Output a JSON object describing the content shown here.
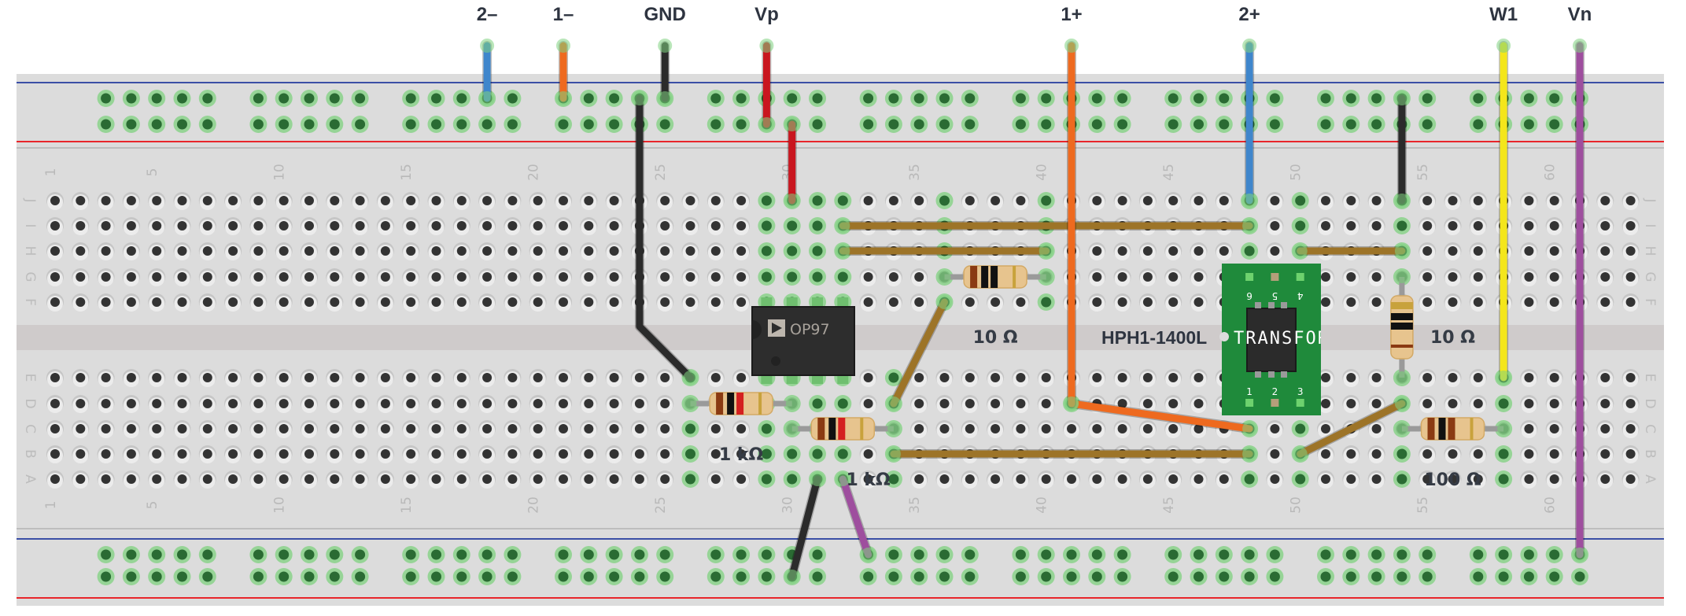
{
  "title": "OP97 instrumentation breadboard with HPH1-1400L transformer",
  "colors": {
    "board": "#dcdcdc",
    "channel": "#cfcbcb",
    "rail_blue": "#3b4fa6",
    "rail_red": "#e8262b",
    "hole": "#333333",
    "hole_active": "#2a6b33",
    "hole_glow": "#7fd17f",
    "wire_blue": "#3f86cc",
    "wire_orange": "#ee6a1f",
    "wire_black": "#2b2b2b",
    "wire_red": "#c9161f",
    "wire_yellow": "#f4e61b",
    "wire_purple": "#9e4e9e",
    "wire_brown": "#9d7428",
    "pcb_green": "#1f8a3b"
  },
  "board": {
    "columns": 63,
    "column_labels": [
      "1",
      "5",
      "10",
      "15",
      "20",
      "25",
      "30",
      "35",
      "40",
      "45",
      "50",
      "55",
      "60"
    ],
    "top_rows": [
      "J",
      "I",
      "H",
      "G",
      "F"
    ],
    "bottom_rows": [
      "E",
      "D",
      "C",
      "B",
      "A"
    ],
    "rail_groups": [
      [
        3,
        7
      ],
      [
        9,
        13
      ],
      [
        15,
        19
      ],
      [
        21,
        25
      ],
      [
        27,
        31
      ],
      [
        33,
        37
      ],
      [
        39,
        43
      ],
      [
        45,
        49
      ],
      [
        51,
        55
      ],
      [
        57,
        61
      ]
    ]
  },
  "terminals": [
    {
      "label": "2–",
      "col": 18,
      "color": "wire_blue",
      "to": "top-rail-1"
    },
    {
      "label": "1–",
      "col": 21,
      "color": "wire_orange",
      "to": "top-rail-1"
    },
    {
      "label": "GND",
      "col": 25,
      "color": "wire_black",
      "to": "top-rail-1"
    },
    {
      "label": "Vp",
      "col": 29,
      "color": "wire_red",
      "to": "top-rail-2"
    },
    {
      "label": "1+",
      "col": 41,
      "color": "wire_orange",
      "to": "D41"
    },
    {
      "label": "2+",
      "col": 48,
      "color": "wire_blue",
      "to": "J48"
    },
    {
      "label": "W1",
      "col": 58,
      "color": "wire_yellow",
      "to": "E58"
    },
    {
      "label": "Vn",
      "col": 61,
      "color": "wire_purple",
      "to": "bottom-rail-1"
    }
  ],
  "wires": [
    {
      "name": "gnd-jumper",
      "color": "wire_black",
      "points": [
        [
          "rt1",
          24
        ],
        [
          "bend",
          24
        ],
        [
          "E",
          26
        ]
      ]
    },
    {
      "name": "vp-jumper",
      "color": "wire_red",
      "points": [
        [
          "rt2",
          30
        ],
        [
          "J",
          30
        ]
      ]
    },
    {
      "name": "gnd-right-jumper",
      "color": "wire_black",
      "points": [
        [
          "rt1",
          54
        ],
        [
          "J",
          54
        ]
      ]
    },
    {
      "name": "wire-i32-i48",
      "color": "wire_brown",
      "points": [
        [
          "I",
          32
        ],
        [
          "I",
          48
        ]
      ]
    },
    {
      "name": "wire-h32-h40",
      "color": "wire_brown",
      "points": [
        [
          "H",
          32
        ],
        [
          "H",
          40
        ]
      ]
    },
    {
      "name": "wire-h50-h54",
      "color": "wire_brown",
      "points": [
        [
          "H",
          50
        ],
        [
          "H",
          54
        ]
      ]
    },
    {
      "name": "wire-f36-d34",
      "color": "wire_brown",
      "points": [
        [
          "F",
          36
        ],
        [
          "D",
          34
        ]
      ]
    },
    {
      "name": "wire-b34-b48",
      "color": "wire_brown",
      "points": [
        [
          "B",
          34
        ],
        [
          "B",
          48
        ]
      ]
    },
    {
      "name": "wire-b50-d54",
      "color": "wire_brown",
      "points": [
        [
          "B",
          50
        ],
        [
          "D",
          54
        ]
      ]
    },
    {
      "name": "wire-d41-c48",
      "color": "wire_orange",
      "points": [
        [
          "D",
          41
        ],
        [
          "C",
          48
        ]
      ]
    },
    {
      "name": "wire-a31-rail",
      "color": "wire_black",
      "points": [
        [
          "A",
          31
        ],
        [
          "rb2",
          30
        ]
      ]
    },
    {
      "name": "wire-a32-rail",
      "color": "wire_purple",
      "points": [
        [
          "A",
          32
        ],
        [
          "rb1",
          33
        ]
      ]
    }
  ],
  "resistors": [
    {
      "label": "1 kΩ",
      "bands": [
        "#8a3a12",
        "#111111",
        "#d42020",
        "#c8a23c"
      ],
      "from": [
        "D",
        26
      ],
      "to": [
        "D",
        30
      ],
      "label_pos": [
        "B",
        28
      ]
    },
    {
      "label": "1 kΩ",
      "bands": [
        "#8a3a12",
        "#111111",
        "#d42020",
        "#c8a23c"
      ],
      "from": [
        "C",
        30
      ],
      "to": [
        "C",
        34
      ],
      "label_pos": [
        "A",
        33
      ]
    },
    {
      "label": "10 Ω",
      "bands": [
        "#8a3a12",
        "#111111",
        "#111111",
        "#c8a23c"
      ],
      "from": [
        "G",
        36
      ],
      "to": [
        "G",
        40
      ],
      "label_pos": [
        "ch",
        38
      ]
    },
    {
      "label": "10 Ω",
      "bands": [
        "#c8a23c",
        "#111111",
        "#111111",
        "#8a3a12"
      ],
      "from": [
        "G",
        54
      ],
      "to": [
        "E",
        54
      ],
      "label_pos": [
        "ch",
        56
      ]
    },
    {
      "label": "100 Ω",
      "bands": [
        "#8a3a12",
        "#111111",
        "#8a3a12",
        "#c8a23c"
      ],
      "from": [
        "C",
        54
      ],
      "to": [
        "C",
        58
      ],
      "label_pos": [
        "A",
        56
      ]
    }
  ],
  "chip": {
    "name": "OP97",
    "logo": "analog-devices-logo",
    "pins_top": [
      29,
      30,
      31,
      32
    ],
    "pins_bottom": [
      29,
      30,
      31,
      32
    ]
  },
  "transformer": {
    "part_label": "HPH1-1400L",
    "text": "TRANSFOR",
    "pins_top": [
      "6",
      "5",
      "4"
    ],
    "pins_bottom": [
      "1",
      "2",
      "3"
    ],
    "cols": [
      48,
      49,
      50
    ]
  },
  "active_holes": {
    "J": [
      29,
      30,
      31,
      32,
      36,
      40,
      48,
      50,
      54
    ],
    "I": [
      29,
      30,
      31,
      32,
      36,
      40,
      48,
      50,
      54
    ],
    "H": [
      29,
      30,
      31,
      32,
      36,
      40,
      48,
      50,
      54
    ],
    "G": [
      29,
      30,
      31,
      32,
      36,
      40,
      54
    ],
    "F": [
      29,
      30,
      31,
      32,
      36,
      40
    ],
    "E": [
      26,
      29,
      30,
      31,
      32,
      34,
      48,
      50,
      54,
      58
    ],
    "D": [
      26,
      29,
      30,
      31,
      32,
      34,
      41,
      48,
      50,
      54,
      58
    ],
    "C": [
      26,
      29,
      30,
      31,
      32,
      34,
      48,
      50,
      54,
      58
    ],
    "B": [
      26,
      29,
      30,
      31,
      32,
      34,
      48,
      50,
      54,
      58
    ],
    "A": [
      26,
      29,
      30,
      31,
      32,
      34,
      48,
      50,
      54,
      58
    ]
  }
}
